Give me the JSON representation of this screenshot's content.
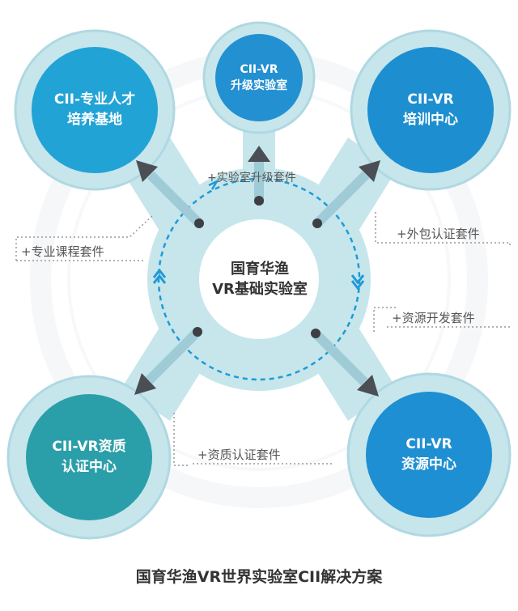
{
  "center": {
    "line1": "国育华渔",
    "line2": "VR基础实验室"
  },
  "nodes": {
    "top_left": {
      "line1": "CII-专业人才",
      "line2": "培养基地",
      "color": "#22a3d6"
    },
    "top": {
      "line1": "CII-VR",
      "line2": "升级实验室",
      "color": "#2390d2"
    },
    "top_right": {
      "line1": "CII-VR",
      "line2": "培训中心",
      "color": "#1d8fd0"
    },
    "bottom_left": {
      "line1": "CII-VR资质",
      "line2": "认证中心",
      "color": "#2b9fa9"
    },
    "bottom_right": {
      "line1": "CII-VR",
      "line2": "资源中心",
      "color": "#1e8fd2"
    }
  },
  "kits": {
    "upgrade": "+实验室升级套件",
    "course": "+专业课程套件",
    "outsourcing": "+外包认证套件",
    "resource_dev": "+资源开发套件",
    "qualification": "+资质认证套件"
  },
  "caption": "国育华渔VR世界实验室CII解决方案",
  "colors": {
    "halo": "#c6e6ec",
    "halo_ring": "#b0d8e2",
    "center_fill": "#ffffff",
    "arrow_body": "#9fcbd7",
    "arrow_head": "#4b4f55",
    "dashed_circle": "#1f9ad6",
    "leader": "#999999"
  }
}
